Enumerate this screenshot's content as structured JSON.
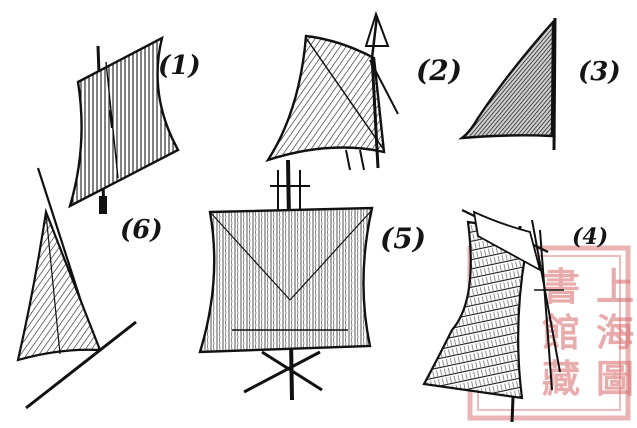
{
  "figure": {
    "labels": {
      "sail1": "(1)",
      "sail2": "(2)",
      "sail3": "(3)",
      "sail4": "(4)",
      "sail5": "(5)",
      "sail6": "(6)"
    },
    "stamp": {
      "characters": [
        "上",
        "海",
        "圖",
        "書",
        "館",
        "藏"
      ],
      "color": "#d86a6a"
    },
    "colors": {
      "ink": "#151515",
      "paper": "#ffffff"
    }
  }
}
